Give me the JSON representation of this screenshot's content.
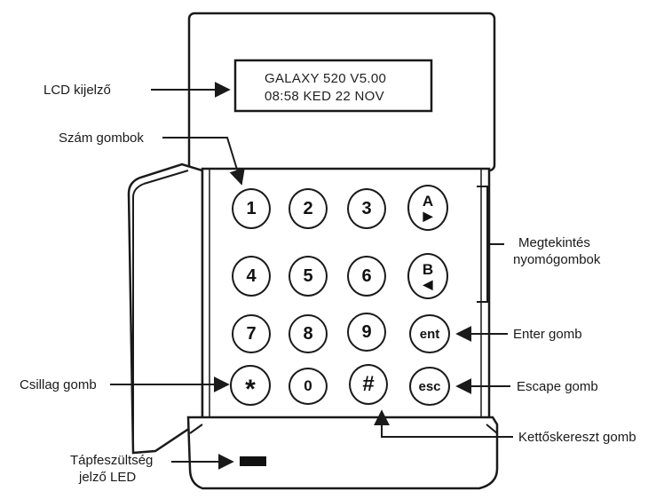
{
  "lcd": {
    "line1": "GALAXY  520  V5.00",
    "line2": "08:58  KED 22  NOV"
  },
  "keys": {
    "k1": "1",
    "k2": "2",
    "k3": "3",
    "kA": "A",
    "kA_arrow": "▶",
    "k4": "4",
    "k5": "5",
    "k6": "6",
    "kB": "B",
    "kB_arrow": "◀",
    "k7": "7",
    "k8": "8",
    "k9": "9",
    "ent": "ent",
    "star": "*",
    "k0": "0",
    "hash": "#",
    "esc": "esc"
  },
  "labels": {
    "lcd": "LCD kijelző",
    "numbers": "Szám gombok",
    "view_line1": "Megtekintés",
    "view_line2": "nyomógombok",
    "enter": "Enter gomb",
    "star": "Csillag gomb",
    "escape": "Escape gomb",
    "hash": "Kettőskereszt gomb",
    "led_line1": "Tápfeszültség",
    "led_line2": "jelző LED"
  },
  "colors": {
    "line": "#1a1a1a",
    "background": "#ffffff"
  }
}
